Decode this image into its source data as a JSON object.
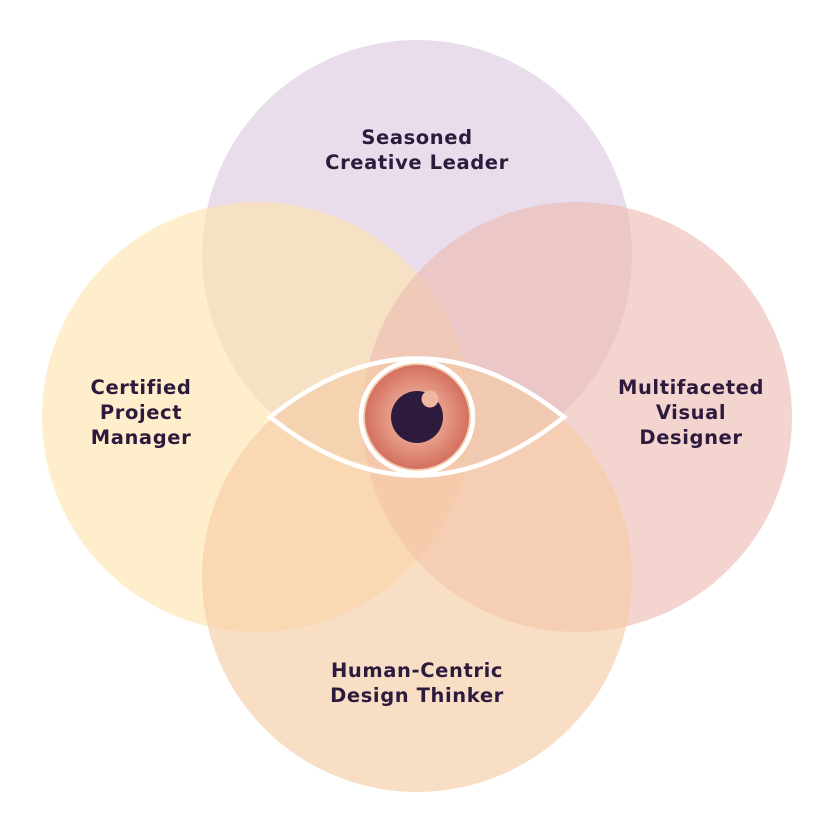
{
  "diagram": {
    "circles": [
      {
        "id": "top",
        "label_lines": [
          "Seasoned",
          "Creative Leader"
        ],
        "color": "#dcc8e1"
      },
      {
        "id": "left",
        "label_lines": [
          "Certified",
          "Project",
          "Manager"
        ],
        "color": "#fde3ad"
      },
      {
        "id": "right",
        "label_lines": [
          "Multifaceted",
          "Visual",
          "Designer"
        ],
        "color": "#ebbab2"
      },
      {
        "id": "bottom",
        "label_lines": [
          "Human-Centric",
          "Design Thinker"
        ],
        "color": "#f5caa3"
      }
    ],
    "center_symbol": "eye-icon",
    "colors": {
      "label_text": "#2d1b3e",
      "eye_outline": "#ffffff",
      "iris_outer": "#d97a6c",
      "iris_inner": "#f0b7a0",
      "pupil": "#2d1b3e"
    }
  }
}
